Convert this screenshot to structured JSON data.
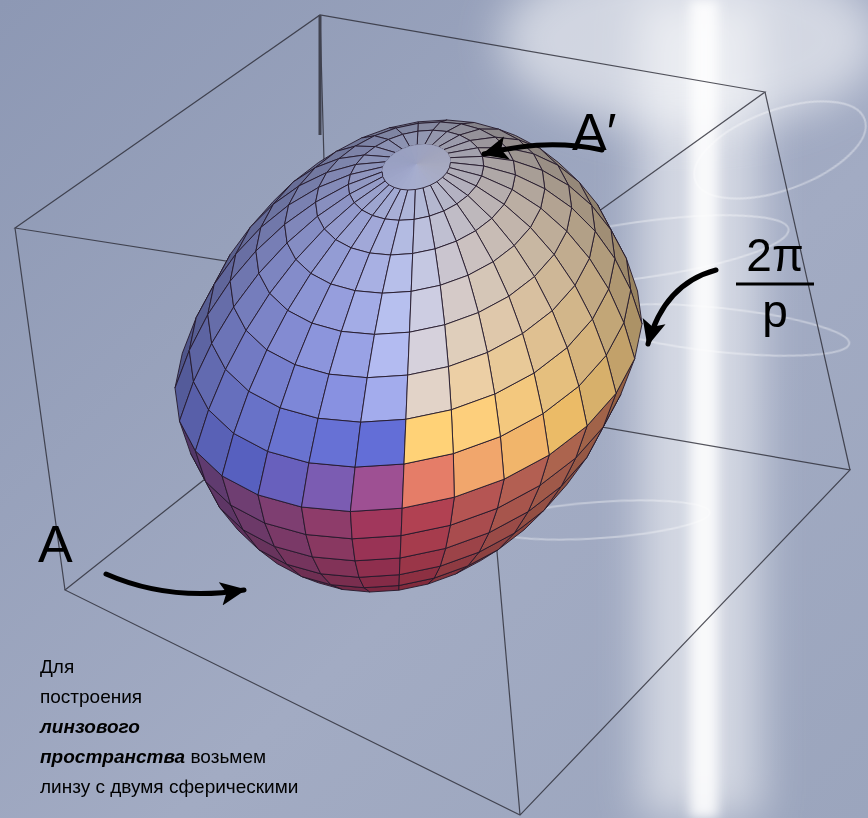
{
  "diagram": {
    "labels": [
      "A′",
      "2π",
      "p",
      "A",
      "Для построения",
      "линзового пространства",
      "возьмем линзу с двумя сферическими"
    ]
  }
}
